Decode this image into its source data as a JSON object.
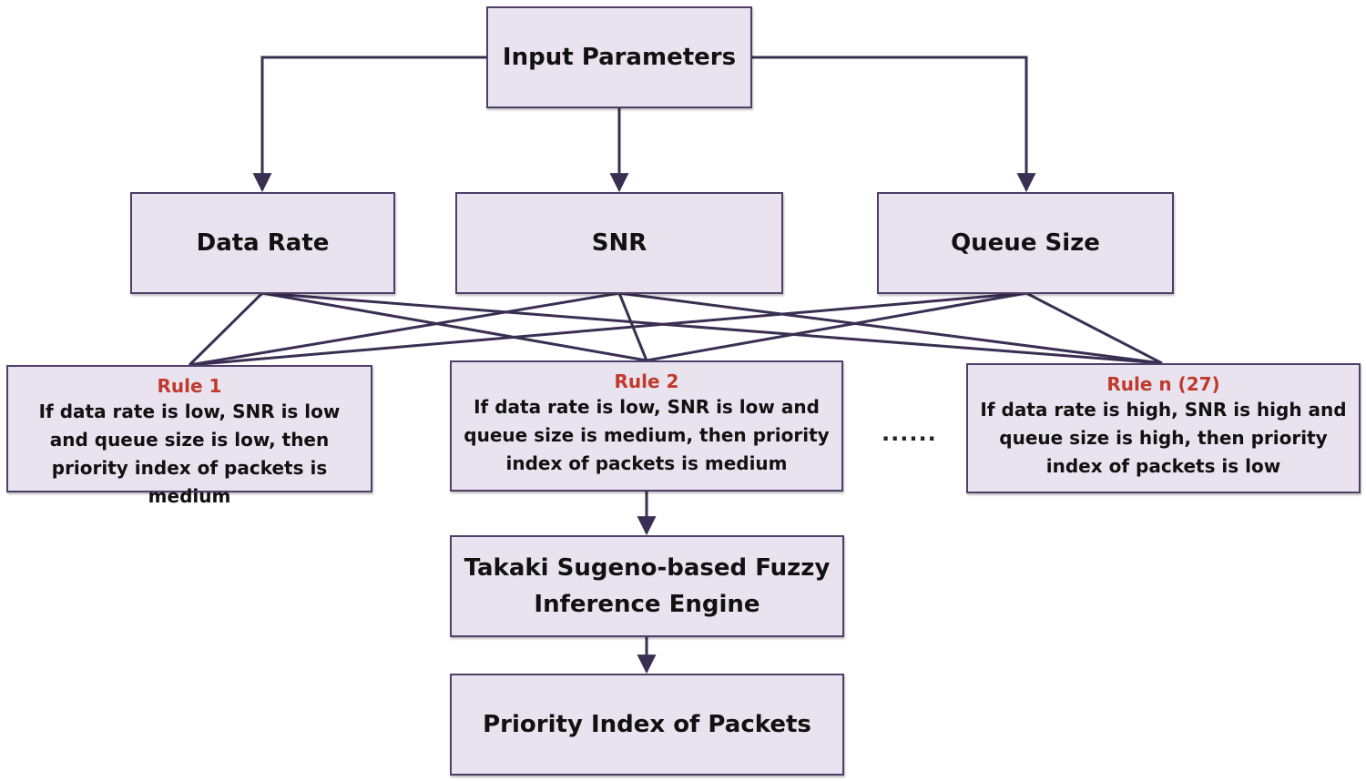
{
  "input": {
    "label": "Input Parameters"
  },
  "params": [
    {
      "label": "Data Rate"
    },
    {
      "label": "SNR"
    },
    {
      "label": "Queue Size"
    }
  ],
  "rules": [
    {
      "title": "Rule 1",
      "text": "If data rate is low, SNR is low and queue size is low, then  priority index of packets is medium"
    },
    {
      "title": "Rule 2",
      "text": "If data rate is low, SNR is low and queue size is medium, then  priority index of packets is medium"
    },
    {
      "title": "Rule n (27)",
      "text": "If data rate is high, SNR is high and queue size is high, then  priority index of packets is low"
    }
  ],
  "ellipsis": "......",
  "engine": {
    "line1": "Takaki Sugeno-based Fuzzy",
    "line2": "Inference Engine"
  },
  "output": {
    "label": "Priority Index of Packets"
  },
  "colors": {
    "box_fill": "#e9e3ef",
    "box_border": "#4f3f68",
    "connector": "#3a2f52",
    "rule_title": "#c0392b"
  }
}
